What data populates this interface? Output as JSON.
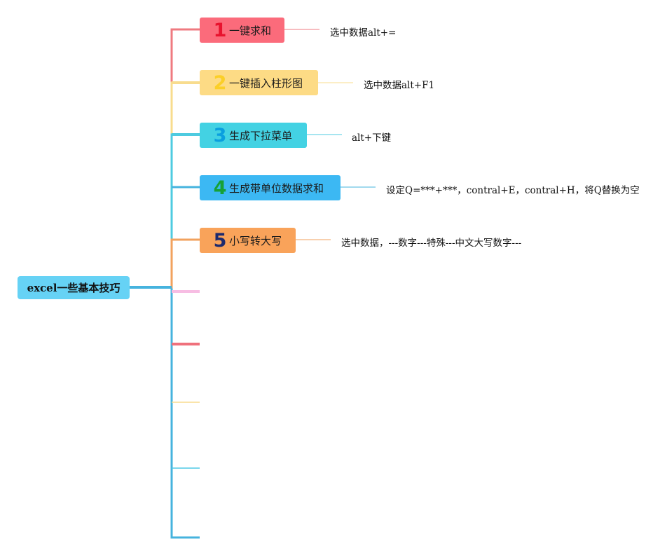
{
  "root": {
    "label": "excel一些基本技巧",
    "color": "#66d2f5"
  },
  "topics": [
    {
      "number": "1",
      "label": "一键求和",
      "note": "选中数据alt+=",
      "box_color": "#fb6b7b",
      "number_color": "#e8132e",
      "line_color": "#ef7a80"
    },
    {
      "number": "2",
      "label": "一键插入柱形图",
      "note": "选中数据alt+F1",
      "box_color": "#fddb85",
      "number_color": "#fbcf28",
      "line_color": "#f8dc8e"
    },
    {
      "number": "3",
      "label": "生成下拉菜单",
      "note": "alt+下键",
      "box_color": "#43d2e3",
      "number_color": "#0a9fdf",
      "line_color": "#4ecbe0"
    },
    {
      "number": "4",
      "label": "生成带单位数据求和",
      "note": "设定Q=***+***，contral+E，contral+H，将Q替换为空",
      "box_color": "#3cb8f3",
      "number_color": "#16a136",
      "line_color": "#46b3de"
    },
    {
      "number": "5",
      "label": "小写转大写",
      "note": "选中数据，---数字---特殊---中文大写数字---",
      "box_color": "#f9a35a",
      "number_color": "#1e2a6d",
      "line_color": "#f2a25e"
    }
  ],
  "empty_branches": [
    {
      "line_color": "#f7bde3"
    },
    {
      "line_color": "#ef717c"
    },
    {
      "line_color": "#f8dc8e"
    },
    {
      "line_color": "#4ec9e5"
    },
    {
      "line_color": "#46b3de"
    }
  ]
}
